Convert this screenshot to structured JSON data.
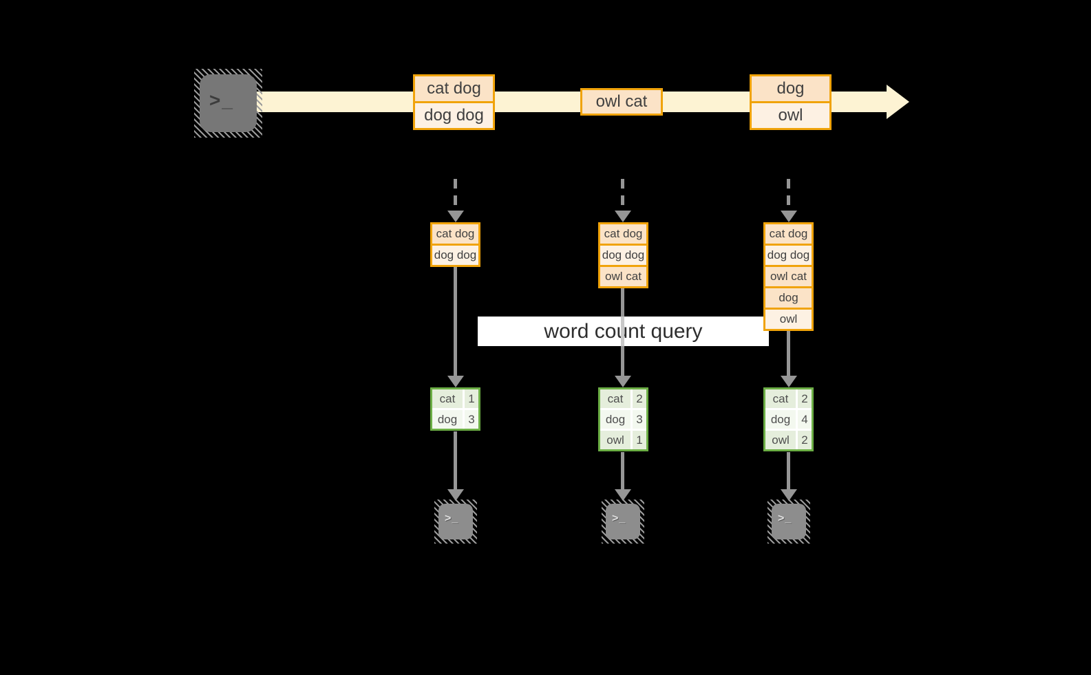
{
  "banner": {
    "label": "word count query"
  },
  "timeline": {
    "batches": [
      {
        "rows": [
          "cat dog",
          "dog dog"
        ]
      },
      {
        "rows": [
          "owl cat"
        ]
      },
      {
        "rows": [
          "dog",
          "owl"
        ]
      }
    ]
  },
  "inputs": [
    {
      "rows": [
        "cat dog",
        "dog dog"
      ]
    },
    {
      "rows": [
        "cat dog",
        "dog dog",
        "owl cat"
      ]
    },
    {
      "rows": [
        "cat dog",
        "dog dog",
        "owl cat",
        "dog",
        "owl"
      ]
    }
  ],
  "results": [
    {
      "rows": [
        {
          "word": "cat",
          "count": "1"
        },
        {
          "word": "dog",
          "count": "3"
        }
      ]
    },
    {
      "rows": [
        {
          "word": "cat",
          "count": "2"
        },
        {
          "word": "dog",
          "count": "3"
        },
        {
          "word": "owl",
          "count": "1"
        }
      ]
    },
    {
      "rows": [
        {
          "word": "cat",
          "count": "2"
        },
        {
          "word": "dog",
          "count": "4"
        },
        {
          "word": "owl",
          "count": "2"
        }
      ]
    }
  ],
  "icons": {
    "terminal_prompt": ">_"
  },
  "colors": {
    "background": "#000000",
    "stream_band": "#fdf3d3",
    "box_border": "#f0a30a",
    "box_fill_dark": "#fbe3c7",
    "box_fill_light": "#fdf1e3",
    "table_border": "#6cae45",
    "table_cell_dark": "#e5eedc",
    "table_cell_light": "#f3f8ef",
    "arrow_gray": "#969696",
    "banner_bg": "#ffffff",
    "text": "#404040"
  }
}
